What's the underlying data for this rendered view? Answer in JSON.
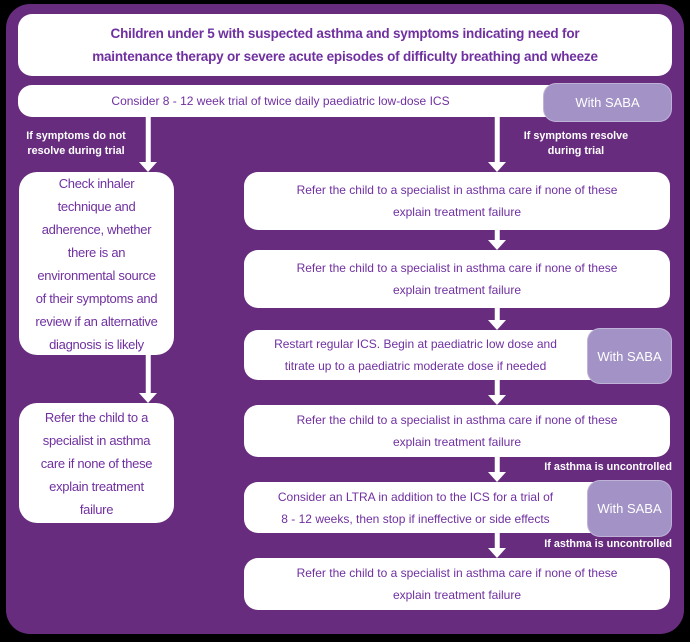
{
  "colors": {
    "page_background": "#000000",
    "board_background": "#682C7E",
    "box_background": "#FFFFFF",
    "box_text": "#7030A0",
    "badge_background": "#A392C6",
    "badge_text": "#FFFFFF",
    "connector": "#FFFFFF",
    "label_text": "#FFFFFF"
  },
  "flowchart": {
    "title": "Children under 5 with suspected asthma and symptoms indicating need for\nmaintenance therapy or severe acute episodes of difficulty breathing and wheeze",
    "trial": {
      "text": "Consider 8 - 12 week trial of twice daily paediatric low-dose ICS",
      "badge": "With SABA"
    },
    "left_branch": {
      "condition": "If symptoms do not\nresolve during trial",
      "check_box": "Check inhaler\ntechnique and\nadherence, whether\nthere is an\nenvironmental source\nof their symptoms and\nreview if an alternative\ndiagnosis is likely",
      "refer_box": "Refer the child to a\nspecialist in asthma\ncare if none of these\nexplain treatment\nfailure"
    },
    "right_branch": {
      "condition": "If symptoms resolve\nduring trial",
      "refer_1": "Refer the child to a specialist in asthma care if none of these\nexplain treatment failure",
      "refer_2": "Refer the child to a specialist in asthma care if none of these\nexplain treatment failure",
      "restart": {
        "text": "Restart regular ICS. Begin at paediatric low dose and\ntitrate up to a paediatric moderate dose if needed",
        "badge": "With SABA"
      },
      "refer_3": "Refer the child to a specialist in asthma care if none of these\nexplain treatment failure",
      "uncontrolled_1": "If asthma is uncontrolled",
      "ltra": {
        "text": "Consider an LTRA in addition to the ICS for a trial of\n8 - 12 weeks, then stop if ineffective or side effects",
        "badge": "With SABA"
      },
      "uncontrolled_2": "If asthma is uncontrolled",
      "refer_4": "Refer the child to a specialist in asthma care if none of these\nexplain treatment failure"
    }
  }
}
